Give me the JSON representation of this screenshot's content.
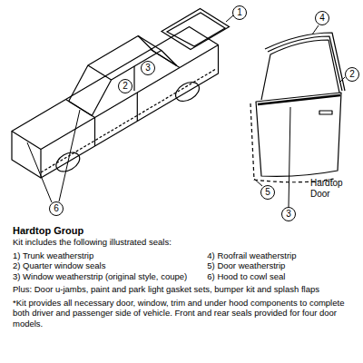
{
  "diagram": {
    "title": "Hardtop Group",
    "nodes": [
      {
        "text": [
          "1"
        ]
      },
      {
        "text": [
          "3"
        ]
      },
      {
        "text": [
          "2"
        ]
      },
      {
        "text": [
          "6"
        ]
      },
      {
        "text": [
          "4"
        ]
      },
      {
        "text": [
          "2"
        ]
      },
      {
        "text": [
          "5"
        ]
      },
      {
        "text": [
          "3"
        ]
      }
    ],
    "labels": [
      "Hardtop Door",
      "Kit includes the following illustrated seals:",
      "1) Trunk weatherstrip",
      "2) Quarter window seals",
      "3) Window weatherstrip (original style, coupe)",
      "4) Roofrail weatherstrip",
      "5) Door weatherstrip",
      "6) Hood to cowl seal",
      "Plus: Door u-jambs, paint and park light gasket sets, bumper kit and splash flaps",
      "*Kit provides all necessary door, window, trim and under hood components to complete both driver and passenger side of vehicle. Front and rear seals provided for four door models."
    ]
  }
}
